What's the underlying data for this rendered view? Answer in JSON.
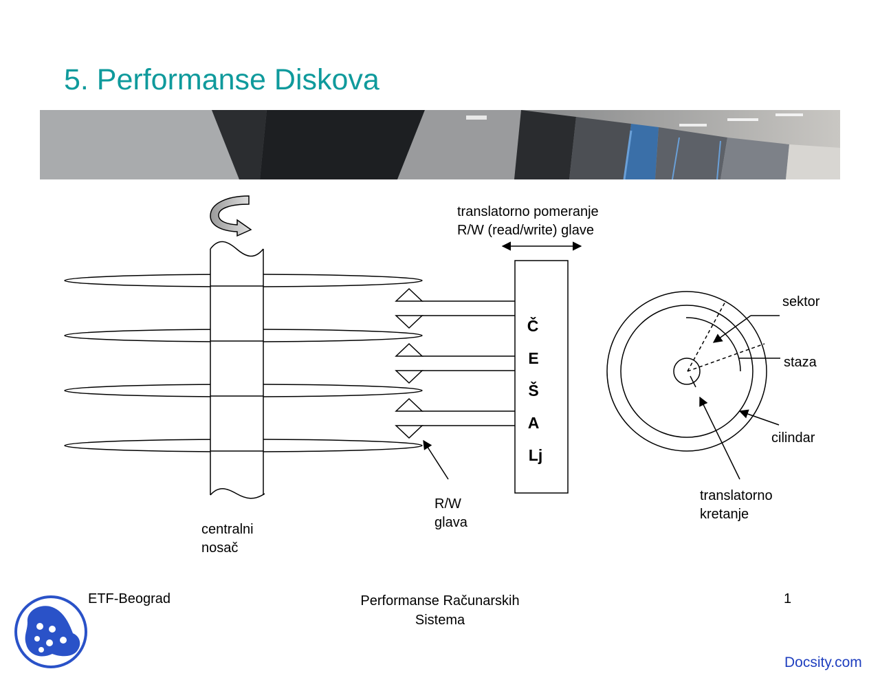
{
  "slide": {
    "title": "5. Performanse Diskova"
  },
  "diagram": {
    "translation_label_line1": "translatorno pomeranje",
    "translation_label_line2": "R/W (read/write) glave",
    "comb_letters": [
      "Č",
      "E",
      "Š",
      "A",
      "Lj"
    ],
    "rw_label_line1": "R/W",
    "rw_label_line2": "glava",
    "spindle_label_line1": "centralni",
    "spindle_label_line2": "nosač",
    "sector_label": "sektor",
    "track_label": "staza",
    "cylinder_label": "cilindar",
    "motion_label_line1": "translatorno",
    "motion_label_line2": "kretanje"
  },
  "footer": {
    "institution": "ETF-Beograd",
    "course_line1": "Performanse Računarskih",
    "course_line2": "Sistema",
    "page_number": "1"
  },
  "watermark": {
    "text": "Docsity.com"
  },
  "colors": {
    "title": "#0f9a9c",
    "logo_blue": "#2a52c8",
    "watermark": "#1f3fbf"
  }
}
